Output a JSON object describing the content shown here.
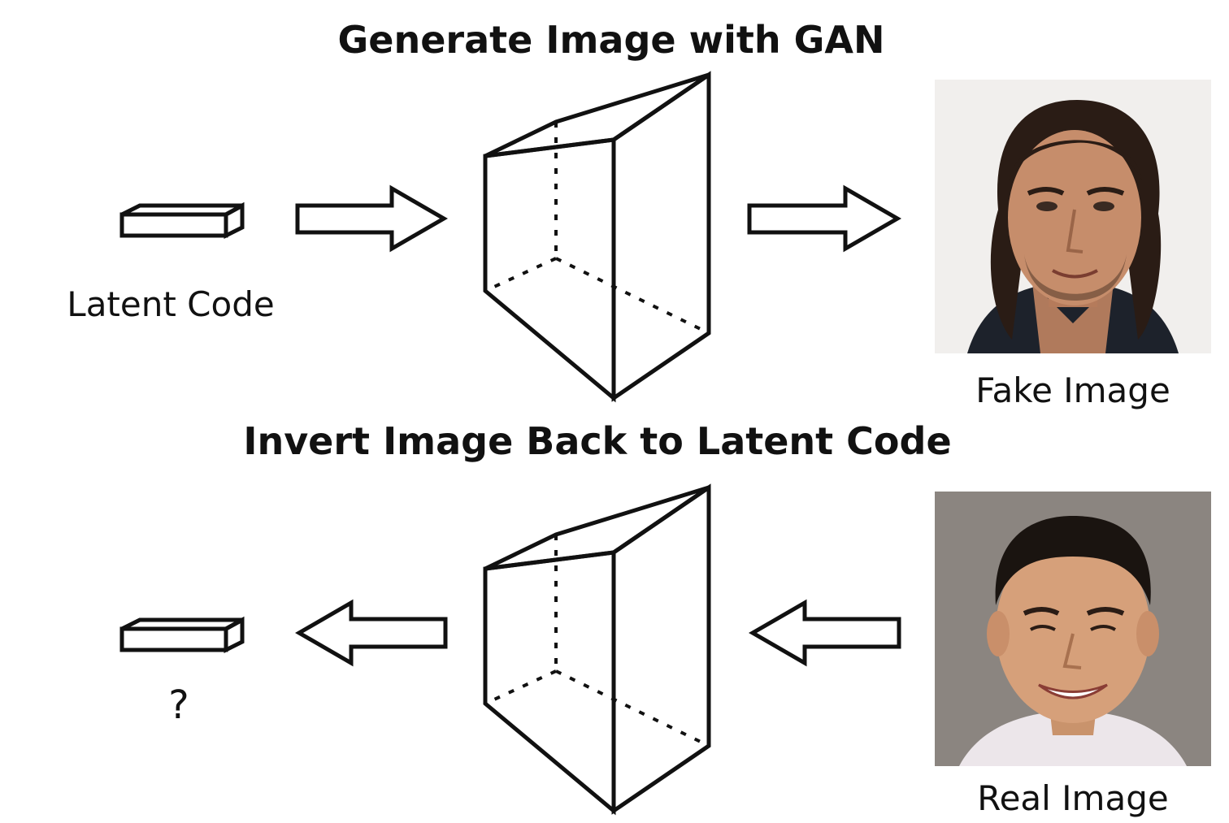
{
  "top_row": {
    "title": "Generate Image with GAN",
    "input_label": "Latent Code",
    "output_label": "Fake Image",
    "latent_icon": "latent-code-bar-icon",
    "model_icon": "generator-prism-icon",
    "arrow_direction": "right"
  },
  "bottom_row": {
    "title": "Invert Image Back to Latent Code",
    "output_label": "?",
    "input_label": "Real Image",
    "latent_icon": "latent-code-bar-icon",
    "model_icon": "generator-prism-icon",
    "arrow_direction": "left"
  },
  "colors": {
    "background": "#ffffff",
    "ink": "#111111"
  }
}
